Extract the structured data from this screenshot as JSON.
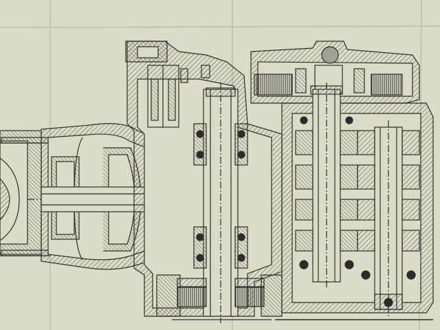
{
  "drawing": {
    "kind": "technical-cross-section",
    "paper_color": "#dadcc8",
    "ink_color": "#2b2d2a",
    "hatch_color": "#4a4c46",
    "fold_color": "#c6c9b4",
    "components": [
      "left-flange-assembly",
      "crank-housing",
      "input-shaft",
      "clutch-housing",
      "clutch-plates",
      "gearbox-casing",
      "mainshaft",
      "layshaft",
      "gear-cluster",
      "bottom-bearing-housing",
      "top-idler-housing"
    ]
  }
}
